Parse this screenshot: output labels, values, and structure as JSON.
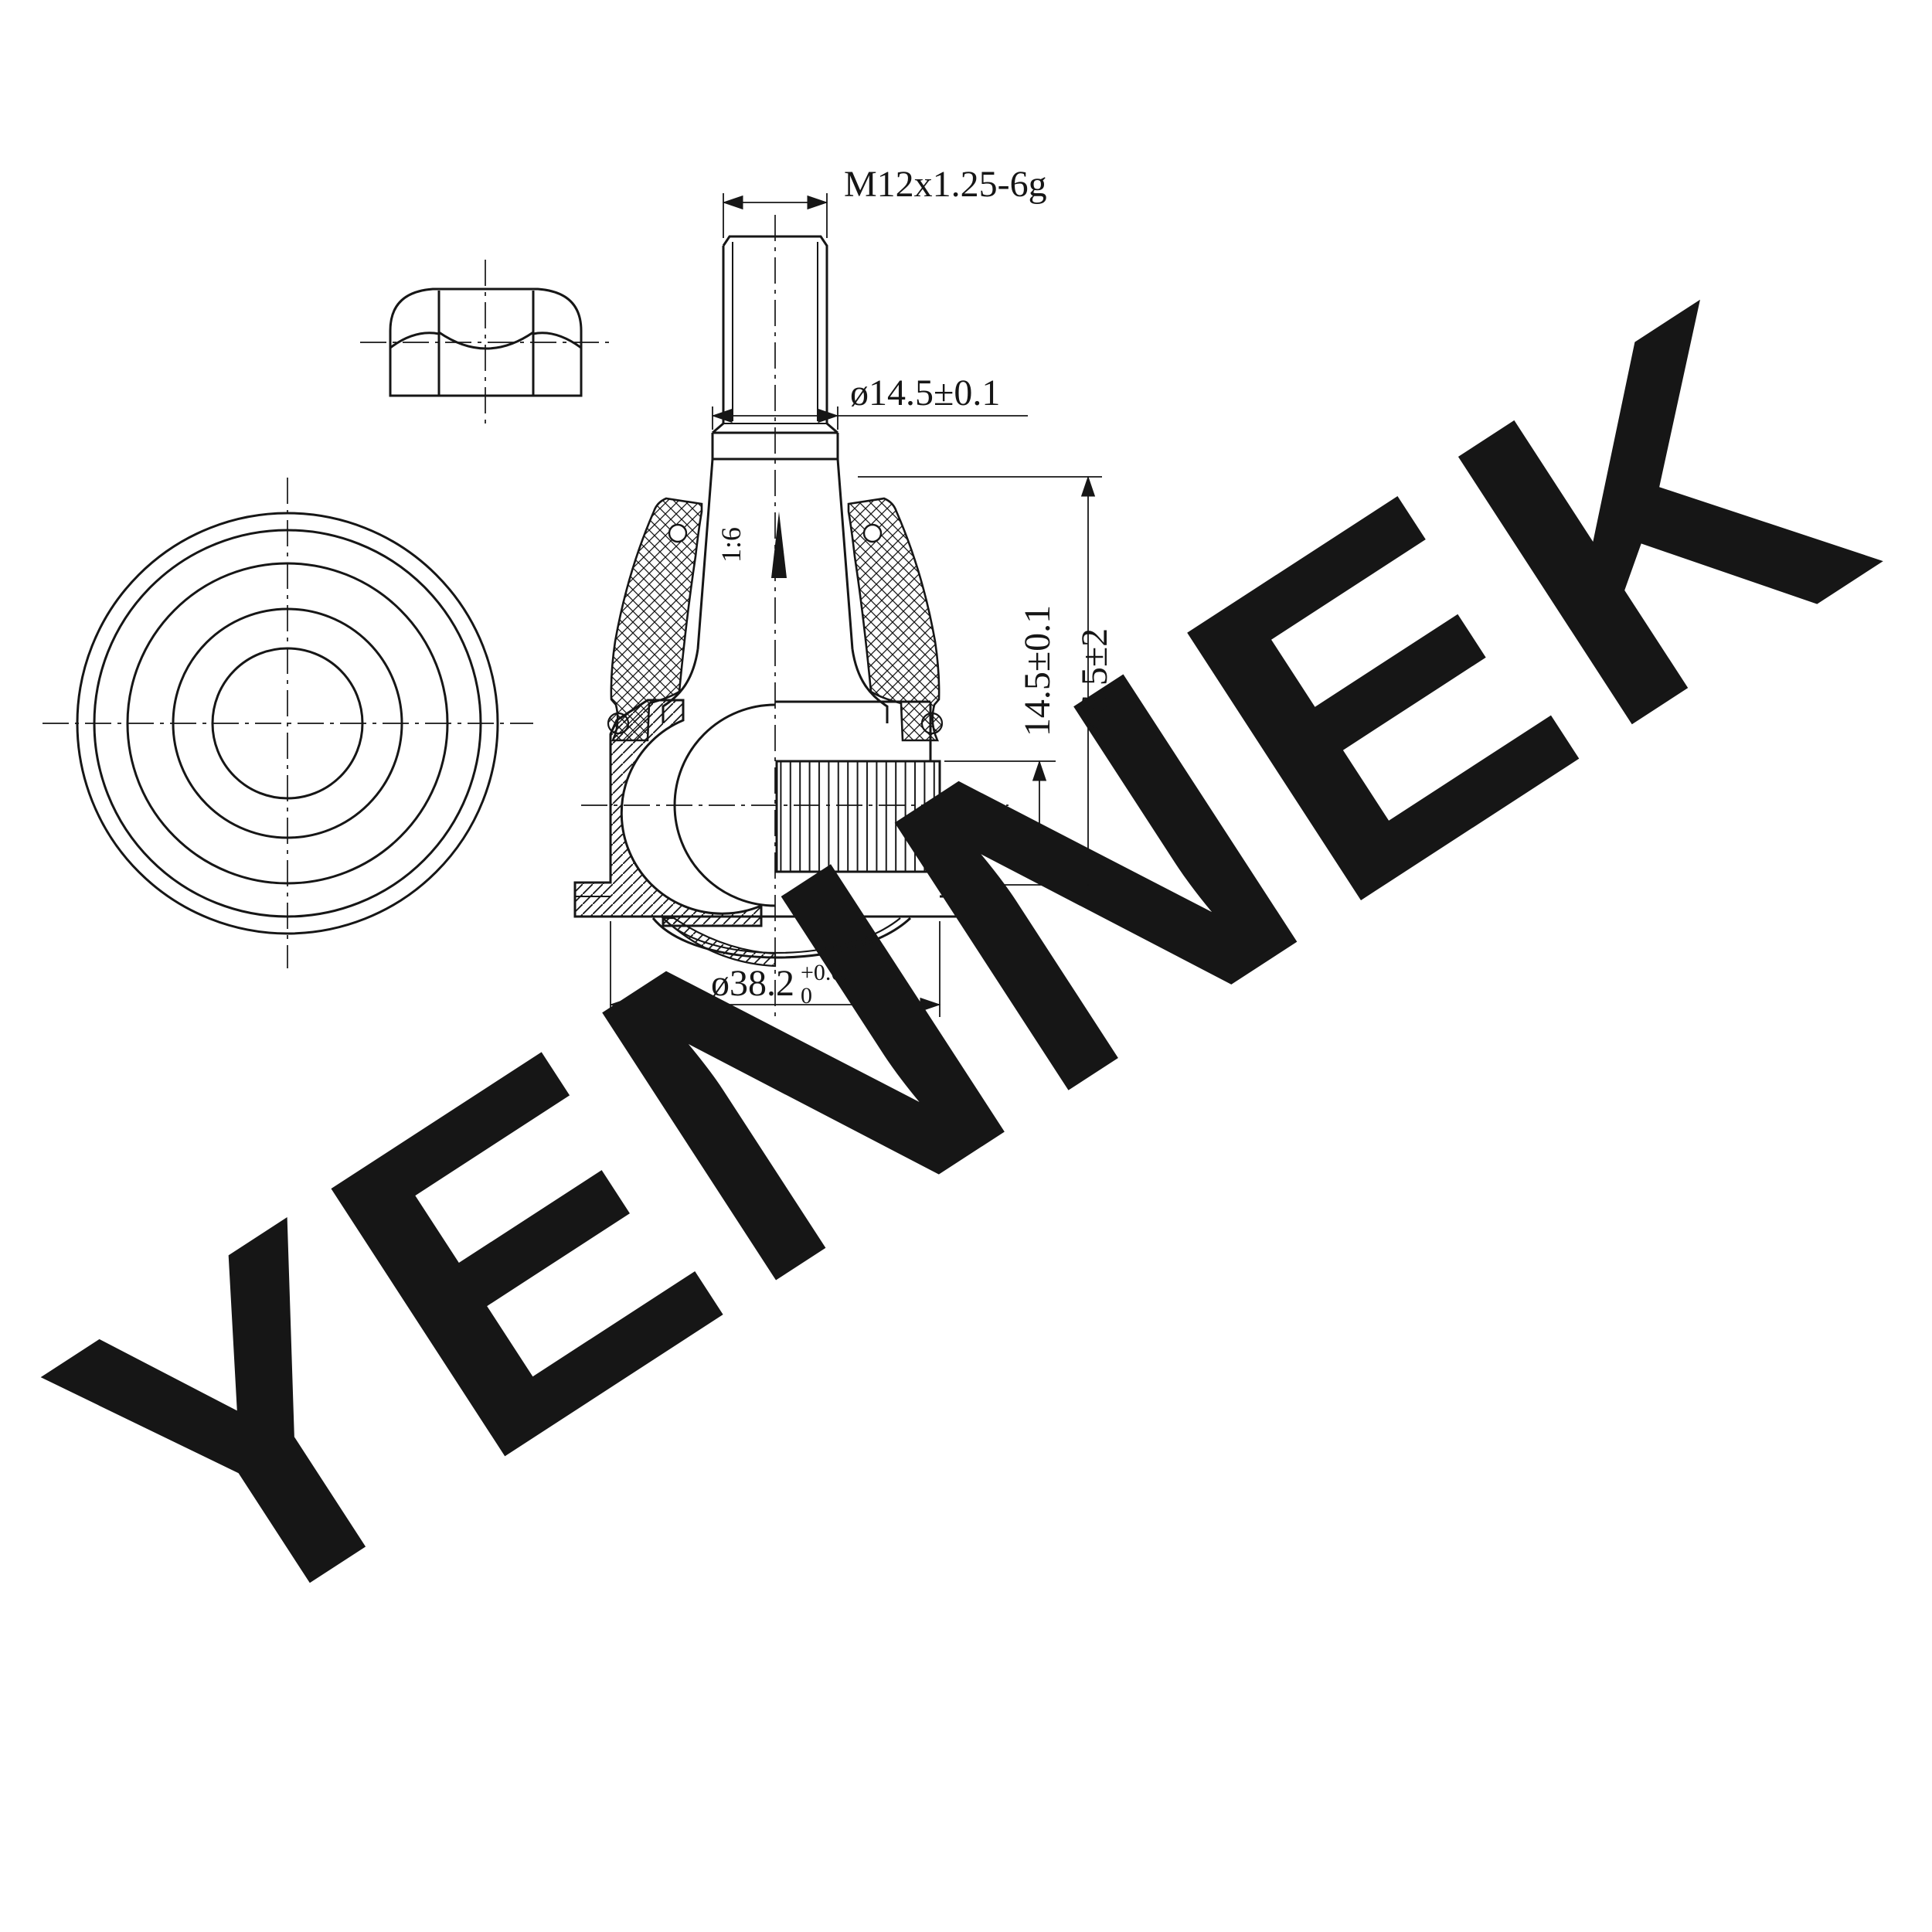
{
  "watermark": "YENNEK",
  "labels": {
    "thread_spec": "M12x1.25-6g",
    "stud_diameter": "ø14.5±0.1",
    "overall_height": "46.5±2",
    "lower_height": "14.5±0.1",
    "housing_diameter": "ø38.2",
    "housing_tol_plus": "+0.05",
    "housing_tol_minus": "0",
    "taper_ratio": "1:6"
  },
  "colors": {
    "line": "#161616",
    "watermark": "#ececec",
    "background": "#ffffff"
  }
}
